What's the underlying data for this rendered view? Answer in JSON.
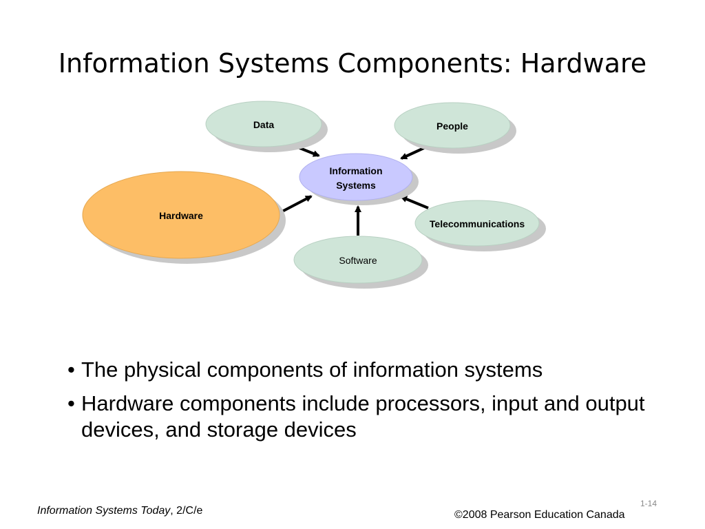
{
  "slide": {
    "title": "Information Systems Components: Hardware",
    "bullets": [
      "The physical components of information systems",
      "Hardware components include processors, input and output devices, and storage devices"
    ]
  },
  "diagram": {
    "center_line1": "Information",
    "center_line2": "Systems",
    "nodes": {
      "data": "Data",
      "people": "People",
      "hardware": "Hardware",
      "telecom": "Telecommunications",
      "software": "Software"
    },
    "colors": {
      "green_node": "#cfe5d8",
      "center_node": "#c9c9ff",
      "hardware_node": "#fdbe66",
      "shadow": "#c8c8c8"
    }
  },
  "footer": {
    "book_title": "Information Systems Today",
    "edition": ", 2/C/e",
    "slide_number": "1-14",
    "copyright": "©2008 Pearson Education Canada"
  }
}
